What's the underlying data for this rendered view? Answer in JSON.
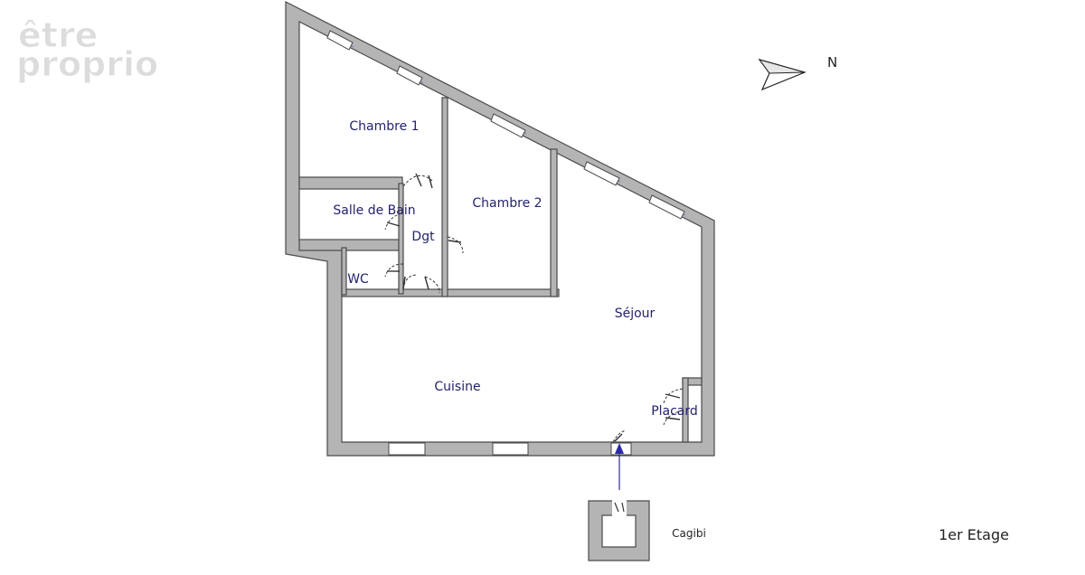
{
  "logo": {
    "line1": "être",
    "line2": "proprio"
  },
  "compass": {
    "label": "N"
  },
  "rooms": {
    "chambre1": "Chambre 1",
    "salle_de_bain": "Salle de Bain",
    "dgt": "Dgt",
    "chambre2": "Chambre 2",
    "wc": "WC",
    "sejour": "Séjour",
    "cuisine": "Cuisine",
    "placard": "Placard",
    "cagibi": "Cagibi"
  },
  "floor_label": "1er Etage",
  "colors": {
    "wall_fill": "#b4b4b4",
    "wall_stroke": "#4a4a4a",
    "room_text": "#23236e",
    "window": "#7a7fb0",
    "entry_arrow": "#2b2ba6",
    "logo_fill": "#dcdcdc"
  }
}
